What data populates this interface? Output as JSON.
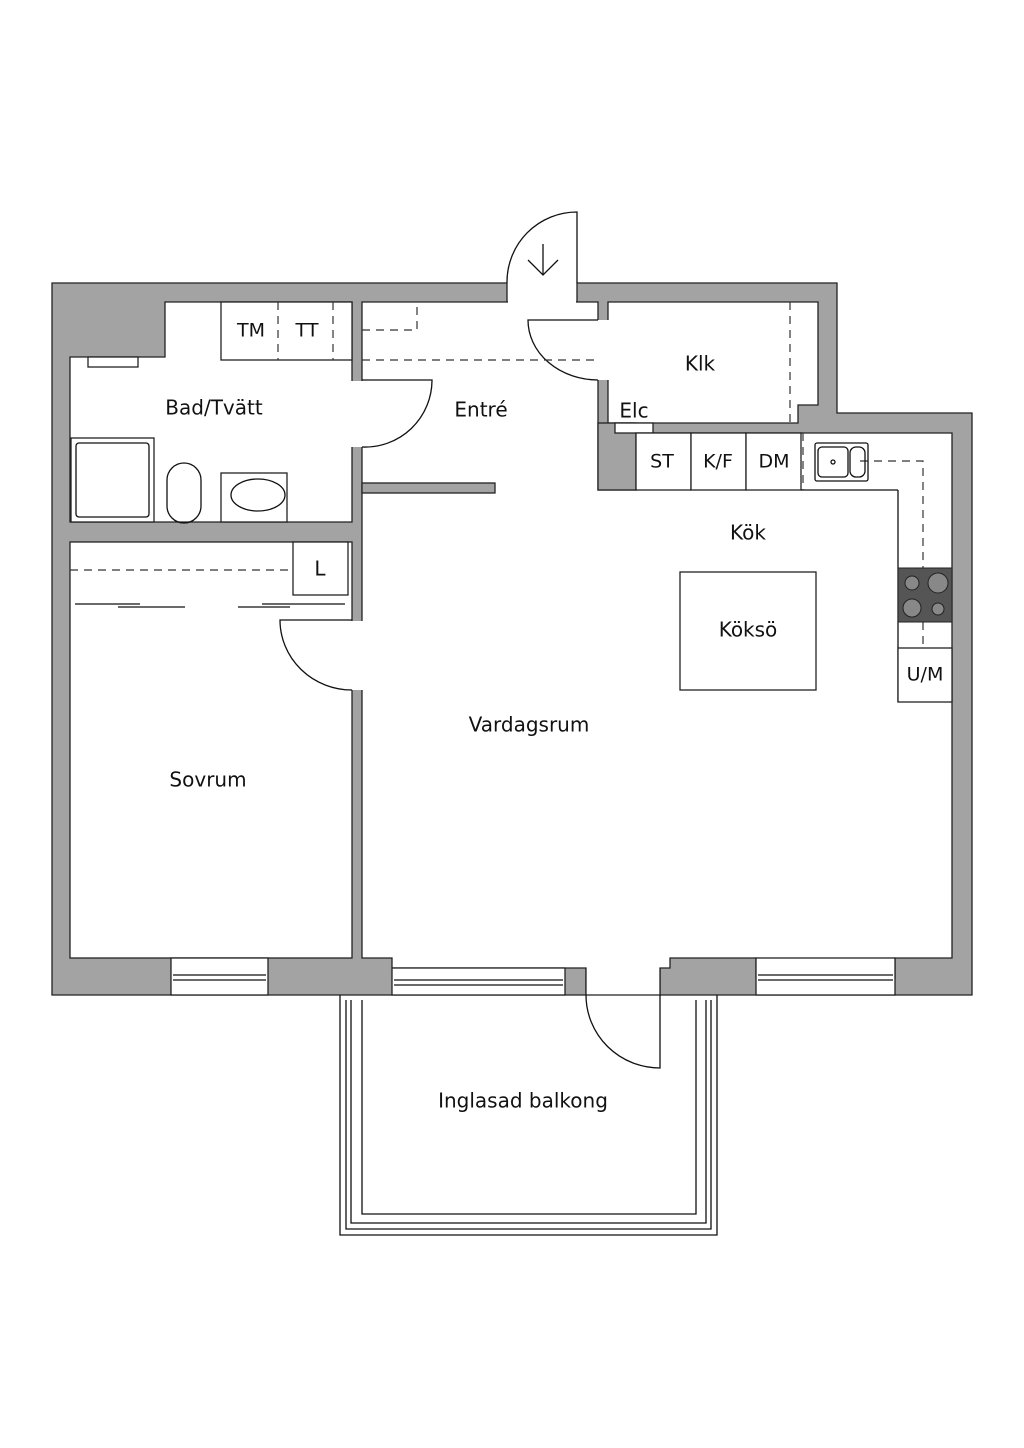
{
  "rooms": {
    "bath": "Bad/Tvätt",
    "entry": "Entré",
    "closet": "Klk",
    "electric": "Elc",
    "kitchen": "Kök",
    "island": "Köksö",
    "living": "Vardagsrum",
    "bedroom": "Sovrum",
    "balcony": "Inglasad balkong"
  },
  "fixtures": {
    "washer": "TM",
    "dryer": "TT",
    "wardrobe": "L",
    "stove": "ST",
    "fridge_freezer": "K/F",
    "dishwasher": "DM",
    "oven_microwave": "U/M"
  },
  "colors": {
    "wall": "#a3a3a3",
    "cooktop": "#555555"
  }
}
